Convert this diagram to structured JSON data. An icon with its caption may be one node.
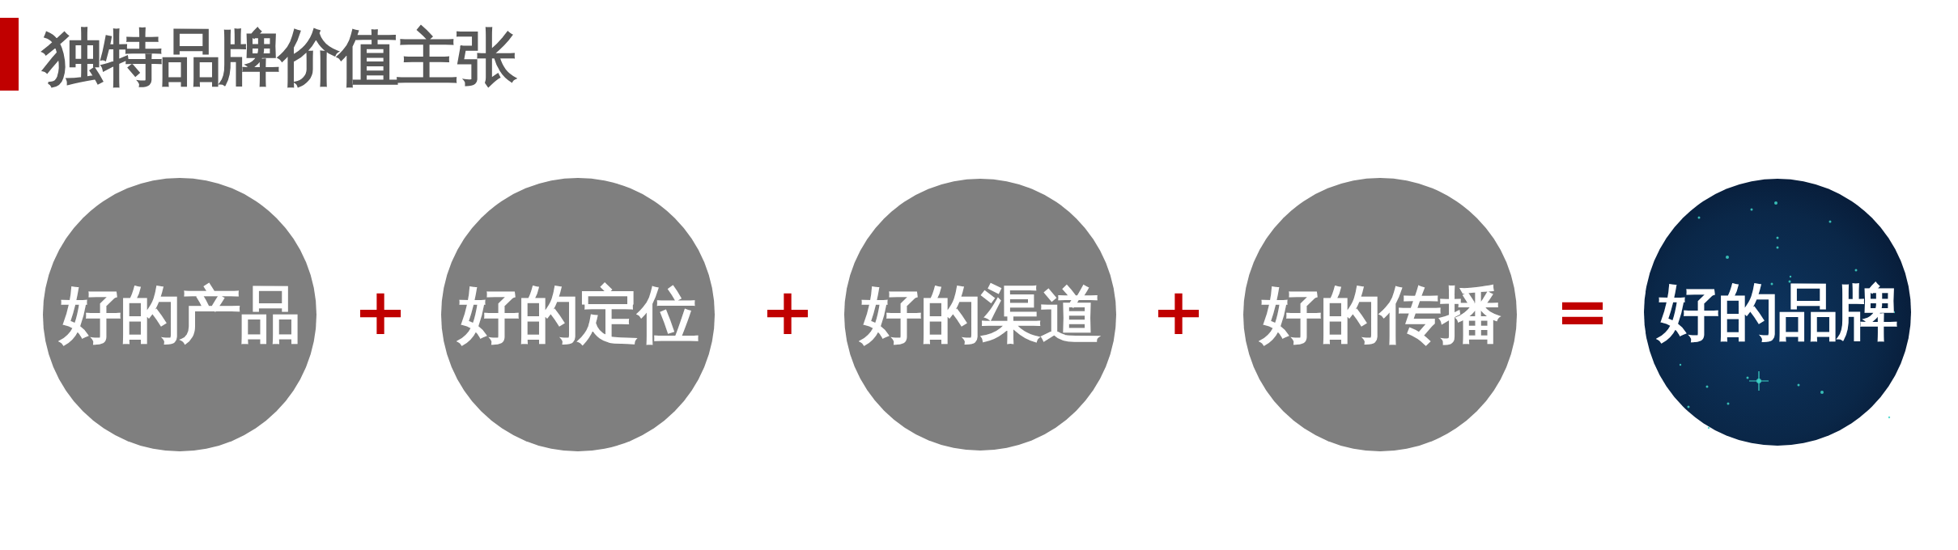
{
  "diagram": {
    "title": "独特品牌价值主张",
    "nodes": [
      {
        "text": [
          "好的产品"
        ]
      },
      {
        "text": [
          "好的定位"
        ]
      },
      {
        "text": [
          "好的渠道"
        ]
      },
      {
        "text": [
          "好的传播"
        ]
      },
      {
        "text": [
          "好的品牌"
        ]
      }
    ],
    "labels": [
      "+",
      "+",
      "+",
      "="
    ]
  }
}
